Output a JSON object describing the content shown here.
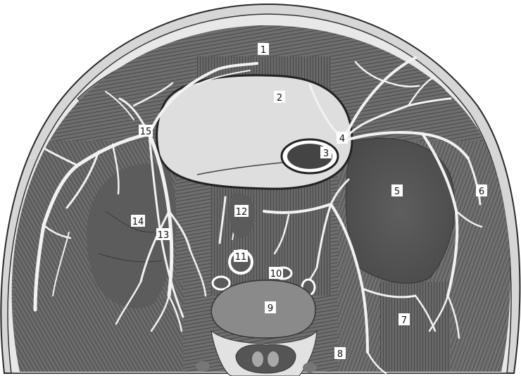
{
  "colors": {
    "background": "#ffffff",
    "skin": "#d4d4d4",
    "fat": "#e6e6e6",
    "muscle": "#6f6f6f",
    "muscle_dark": "#565656",
    "muscle_fibers": "#3d3d3d",
    "septa": "#f2f2f2",
    "vessel_outline": "#2c2c2c",
    "cavity": "#dedede",
    "organ_dark": "#454545",
    "vertebra": "#8c8c8c",
    "label_bg": "#ffffff",
    "label_text": "#111111"
  },
  "labels": [
    {
      "id": "1",
      "text": "1"
    },
    {
      "id": "2",
      "text": "2"
    },
    {
      "id": "3",
      "text": "3"
    },
    {
      "id": "4",
      "text": "4"
    },
    {
      "id": "5",
      "text": "5"
    },
    {
      "id": "6",
      "text": "6"
    },
    {
      "id": "7",
      "text": "7"
    },
    {
      "id": "8",
      "text": "8"
    },
    {
      "id": "9",
      "text": "9"
    },
    {
      "id": "10",
      "text": "10"
    },
    {
      "id": "11",
      "text": "11"
    },
    {
      "id": "12",
      "text": "12"
    },
    {
      "id": "13",
      "text": "13"
    },
    {
      "id": "14",
      "text": "14"
    },
    {
      "id": "15",
      "text": "15"
    }
  ]
}
